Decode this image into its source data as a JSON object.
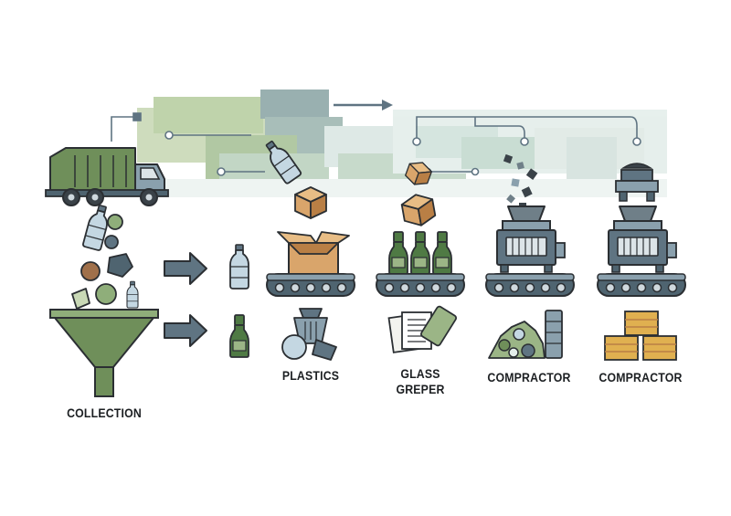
{
  "labels": {
    "collection": "COLLECTION",
    "plastics": "PLASTICS",
    "glass_line1": "GLASS",
    "glass_line2": "GREPER",
    "compractor_1": "COMPRACTOR",
    "compractor_2": "COMPRACTOR"
  },
  "colors": {
    "outline": "#2b2f33",
    "green": "#6f8f5a",
    "green_light": "#9bb586",
    "slate": "#5f7482",
    "slate_light": "#8aa0ad",
    "cardboard": "#d9a56b",
    "cardboard_dark": "#b97f45",
    "bale": "#e0b050",
    "background_tint": "#dce8e0"
  },
  "icons": [
    "garbage-truck-icon",
    "funnel-icon",
    "arrow-right-icon",
    "plastic-bottle-icon",
    "glass-bottle-icon",
    "cardboard-box-icon",
    "conveyor-belt-icon",
    "shredder-machine-icon",
    "paper-sheets-icon",
    "cardboard-bale-icon"
  ]
}
